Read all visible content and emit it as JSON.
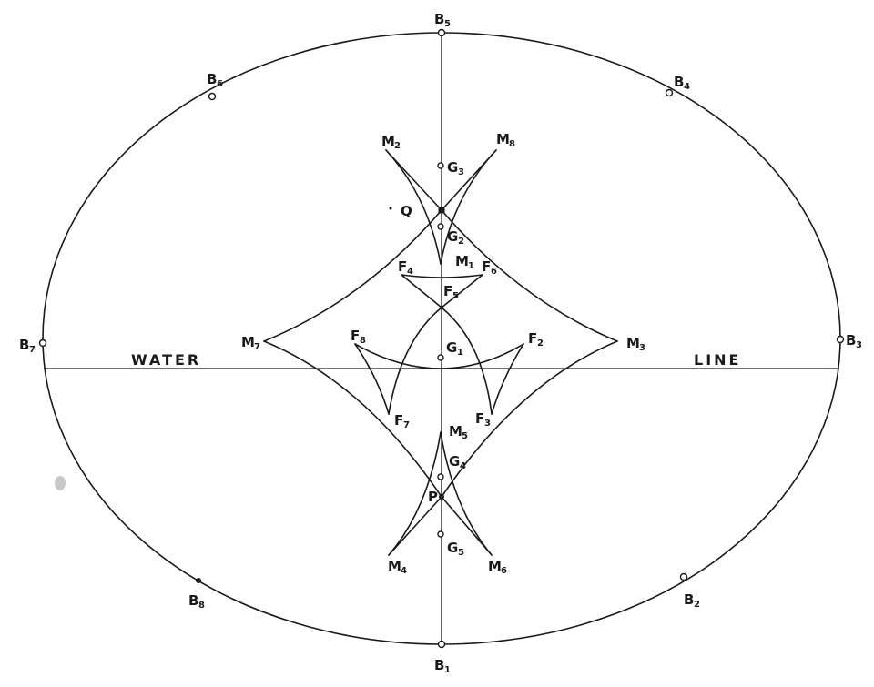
{
  "diagram": {
    "type": "metacentric / buoyancy curve construction for an elliptical section",
    "waterline": {
      "left_label": "WATER",
      "right_label": "LINE"
    },
    "boundary_points": [
      {
        "id": "B1",
        "letter": "B",
        "sub": "1"
      },
      {
        "id": "B2",
        "letter": "B",
        "sub": "2"
      },
      {
        "id": "B3",
        "letter": "B",
        "sub": "3"
      },
      {
        "id": "B4",
        "letter": "B",
        "sub": "4"
      },
      {
        "id": "B5",
        "letter": "B",
        "sub": "5"
      },
      {
        "id": "B6",
        "letter": "B",
        "sub": "6"
      },
      {
        "id": "B7",
        "letter": "B",
        "sub": "7"
      },
      {
        "id": "B8",
        "letter": "B",
        "sub": "8"
      }
    ],
    "centers_of_gravity": [
      {
        "id": "G1",
        "letter": "G",
        "sub": "1"
      },
      {
        "id": "G2",
        "letter": "G",
        "sub": "2"
      },
      {
        "id": "G3",
        "letter": "G",
        "sub": "3"
      },
      {
        "id": "G4",
        "letter": "G",
        "sub": "4"
      },
      {
        "id": "G5",
        "letter": "G",
        "sub": "5"
      }
    ],
    "metacentres": [
      {
        "id": "M1",
        "letter": "M",
        "sub": "1"
      },
      {
        "id": "M2",
        "letter": "M",
        "sub": "2"
      },
      {
        "id": "M3",
        "letter": "M",
        "sub": "3"
      },
      {
        "id": "M4",
        "letter": "M",
        "sub": "4"
      },
      {
        "id": "M5",
        "letter": "M",
        "sub": "5"
      },
      {
        "id": "M6",
        "letter": "M",
        "sub": "6"
      },
      {
        "id": "M7",
        "letter": "M",
        "sub": "7"
      },
      {
        "id": "M8",
        "letter": "M",
        "sub": "8"
      }
    ],
    "flotation_points": [
      {
        "id": "F2",
        "letter": "F",
        "sub": "2"
      },
      {
        "id": "F3",
        "letter": "F",
        "sub": "3"
      },
      {
        "id": "F4",
        "letter": "F",
        "sub": "4"
      },
      {
        "id": "F5",
        "letter": "F",
        "sub": "5"
      },
      {
        "id": "F6",
        "letter": "F",
        "sub": "6"
      },
      {
        "id": "F7",
        "letter": "F",
        "sub": "7"
      },
      {
        "id": "F8",
        "letter": "F",
        "sub": "8"
      }
    ],
    "special_points": [
      {
        "id": "Q",
        "label": "Q"
      },
      {
        "id": "P",
        "label": "P"
      }
    ]
  }
}
